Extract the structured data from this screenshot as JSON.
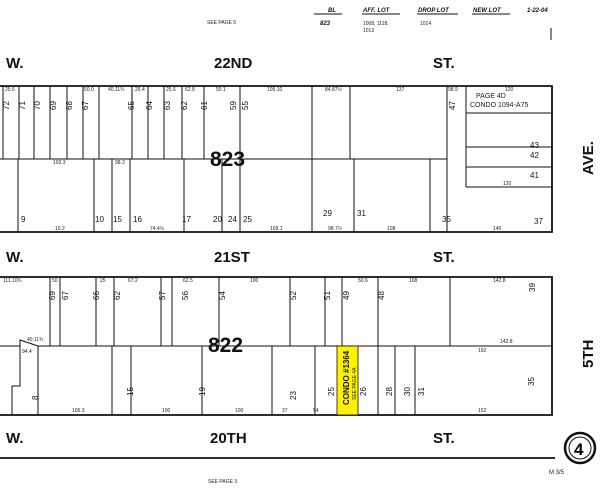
{
  "header": {
    "see_page_top": "SEE PAGE 5",
    "bl_label": "BL",
    "bl_value": "823",
    "aff_lot_label": "AFF. LOT",
    "aff_lot_value_1": "1008, 1118,",
    "aff_lot_value_2": "1013",
    "drop_lot_label": "DROP LOT",
    "drop_lot_value": "1014",
    "new_lot_label": "NEW LOT",
    "date": "1-22-04"
  },
  "streets": {
    "w22_w": "W.",
    "w22_name": "22ND",
    "w22_st": "ST.",
    "w21_w": "W.",
    "w21_name": "21ST",
    "w21_st": "ST.",
    "w20_w": "W.",
    "w20_name": "20TH",
    "w20_st": "ST.",
    "ave_name": "AVE.",
    "ave_num": "5TH"
  },
  "blocks": {
    "north": "823",
    "south": "822"
  },
  "block823": {
    "top_lots": [
      "72",
      "71",
      "70",
      "69",
      "68",
      "67",
      "65",
      "64",
      "63",
      "62",
      "61",
      "59",
      "55",
      "47"
    ],
    "bottom_lots": [
      "9",
      "10",
      "15",
      "16",
      "17",
      "20",
      "24",
      "25",
      "29",
      "31",
      "35",
      "37",
      "43",
      "42",
      "41"
    ],
    "condo_note_1": "PAGE 4D",
    "condo_note_2": "CONDO 1094-A75",
    "dims": [
      "25.6",
      "50.0",
      "40.11¾",
      "25.4",
      "25.6",
      "62.8",
      "50.1",
      "105.10",
      "84.87½",
      "137",
      "98.9",
      "120",
      "103.3",
      "98.3",
      "10.2",
      "74.4½",
      "109.1",
      "98.7½",
      "108",
      "145",
      "120"
    ]
  },
  "block822": {
    "top_lots": [
      "69",
      "67",
      "66",
      "62",
      "57",
      "56",
      "54",
      "52",
      "51",
      "49",
      "48",
      "39"
    ],
    "bottom_lots": [
      "8",
      "15",
      "19",
      "23",
      "25",
      "26",
      "28",
      "30",
      "31",
      "35"
    ],
    "condo_label": "CONDO #1364",
    "condo_sub": "SEE PAGE 4A",
    "dims": [
      "111.10¾",
      "50",
      "25",
      "67.2",
      "62.5",
      "100",
      "50.6",
      "108",
      "142.8",
      "40.11¾",
      "94.4",
      "106.3",
      "100",
      "100",
      "192",
      "152",
      "142.8",
      "37",
      "54"
    ]
  },
  "footer": {
    "see_page_bottom": "SEE PAGE 3",
    "section_number": "4",
    "map_ref": "M 3/5"
  },
  "colors": {
    "condo_highlight": "#FFF200",
    "ink": "#111111"
  }
}
